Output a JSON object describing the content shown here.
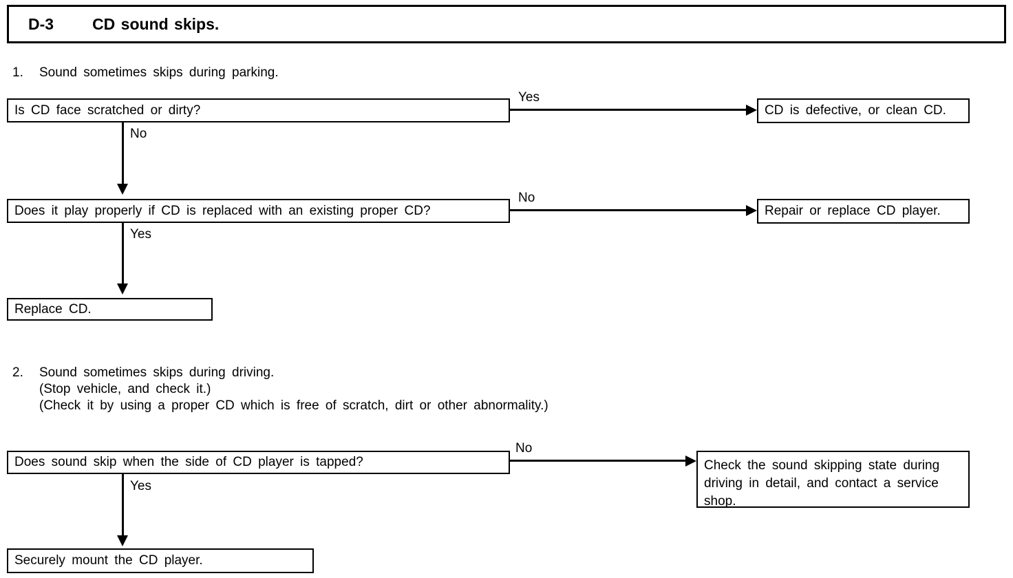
{
  "document": {
    "code": "D-3",
    "title": "CD sound skips."
  },
  "section1": {
    "number": "1.",
    "heading": "Sound sometimes skips during parking.",
    "question1": {
      "text": "Is CD face scratched or dirty?",
      "yes_label": "Yes",
      "no_label": "No"
    },
    "result1": {
      "text": "CD is defective, or clean CD."
    },
    "question2": {
      "text": "Does it play properly if CD is replaced with an existing proper CD?",
      "no_label": "No",
      "yes_label": "Yes"
    },
    "result2": {
      "text": "Repair or replace CD player."
    },
    "terminal": {
      "text": "Replace CD."
    }
  },
  "section2": {
    "number": "2.",
    "heading_line1": "Sound sometimes skips during driving.",
    "heading_line2": "(Stop vehicle, and check it.)",
    "heading_line3": "(Check it by using a proper CD which is free of scratch, dirt or other abnormality.)",
    "question1": {
      "text": "Does sound skip when the side of CD player is tapped?",
      "no_label": "No",
      "yes_label": "Yes"
    },
    "result1": {
      "text": "Check the sound skipping state during driving in detail, and contact a service shop."
    },
    "terminal": {
      "text": "Securely mount the CD player."
    }
  },
  "colors": {
    "ink": "#000000",
    "paper": "#ffffff"
  }
}
